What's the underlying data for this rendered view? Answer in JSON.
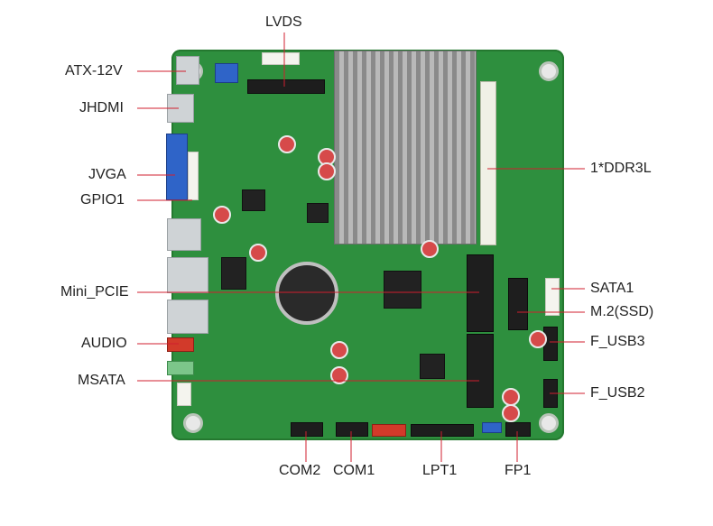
{
  "labels": {
    "lvds": "LVDS",
    "atx12v": "ATX-12V",
    "jhdmi": "JHDMI",
    "jvga": "JVGA",
    "gpio1": "GPIO1",
    "mini_pcie": "Mini_PCIE",
    "audio": "AUDIO",
    "msata": "MSATA",
    "ddr3l": "1*DDR3L",
    "sata1": "SATA1",
    "m2ssd": "M.2(SSD)",
    "f_usb3": "F_USB3",
    "f_usb2": "F_USB2",
    "com2": "COM2",
    "com1": "COM1",
    "lpt1": "LPT1",
    "fp1": "FP1"
  },
  "colors": {
    "board": "#2e8f3e",
    "heatsink": "#a8a8a8",
    "leader_line": "#d01f2f",
    "text": "#222222"
  }
}
